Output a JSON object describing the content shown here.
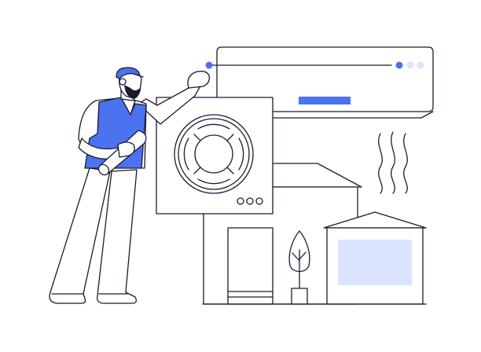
{
  "scene": {
    "type": "illustration",
    "subject": "hvac-technician-with-air-conditioner-and-houses",
    "colors": {
      "background": "#ffffff",
      "line": "#1b1b2f",
      "accent": "#4b73f0",
      "accent_light": "#dbe4fd"
    }
  },
  "ac_unit": {
    "indicator_lights": [
      {
        "state": "on"
      },
      {
        "state": "off"
      },
      {
        "state": "off"
      }
    ]
  },
  "outdoor_unit": {
    "control_dots": 3
  }
}
